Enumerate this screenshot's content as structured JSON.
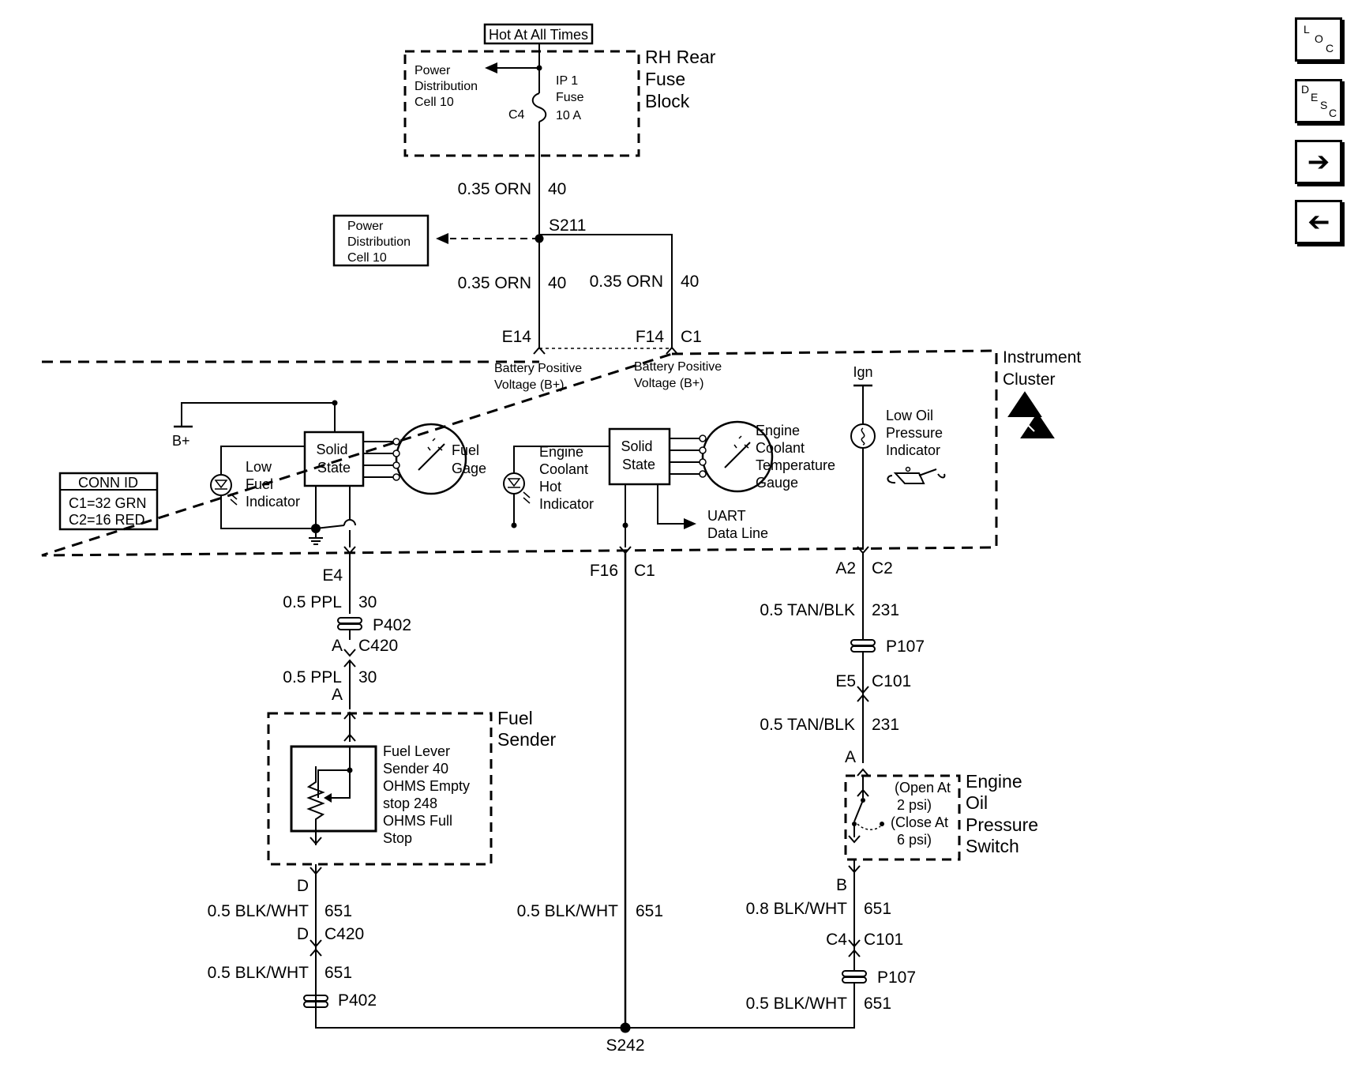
{
  "fuse_block": {
    "hot_label": "Hot At All Times",
    "name_lines": [
      "RH Rear",
      "Fuse",
      "Block"
    ],
    "pdc_lines": [
      "Power",
      "Distribution",
      "Cell 10"
    ],
    "fuse_lines": [
      "IP 1",
      "Fuse",
      "10 A"
    ],
    "fuse_connector": "C4"
  },
  "feed": {
    "wire1": "0.35 ORN",
    "circuit1": "40",
    "splice": "S211",
    "pdc_box_lines": [
      "Power",
      "Distribution",
      "Cell 10"
    ],
    "wire2": "0.35 ORN",
    "circuit2": "40",
    "wire3": "0.35 ORN",
    "circuit3": "40",
    "pin_e14": "E14",
    "pin_f14": "F14",
    "conn_c1": "C1"
  },
  "cluster": {
    "name_lines": [
      "Instrument",
      "Cluster"
    ],
    "bpv_lines": [
      "Battery Positive",
      "Voltage (B+)"
    ],
    "b_plus": "B+",
    "solid_state": [
      "Solid",
      "State"
    ],
    "fuel_gage": [
      "Fuel",
      "Gage"
    ],
    "low_fuel": [
      "Low",
      "Fuel",
      "Indicator"
    ],
    "conn_id": {
      "title": "CONN ID",
      "rows": [
        "C1=32 GRN",
        "C2=16 RED"
      ]
    },
    "coolant_hot": [
      "Engine",
      "Coolant",
      "Hot",
      "Indicator"
    ],
    "coolant_gauge": [
      "Engine",
      "Coolant",
      "Temperature",
      "Gauge"
    ],
    "uart": [
      "UART",
      "Data Line"
    ],
    "ign": "Ign",
    "low_oil": [
      "Low Oil",
      "Pressure",
      "Indicator"
    ]
  },
  "left_branch": {
    "pin_e4": "E4",
    "wire1": "0.5 PPL",
    "circuit1": "30",
    "p402": "P402",
    "pin_a": "A",
    "c420": "C420",
    "wire2": "0.5 PPL",
    "circuit2": "30",
    "sender_name": [
      "Fuel",
      "Sender"
    ],
    "sender_desc": [
      "Fuel Lever",
      "Sender 40",
      "OHMS Empty",
      "stop 248",
      "OHMS Full",
      "Stop"
    ],
    "pin_d": "D",
    "wire3": "0.5 BLK/WHT",
    "circuit3": "651",
    "wire4": "0.5 BLK/WHT",
    "circuit4": "651"
  },
  "mid_branch": {
    "pin_f16": "F16",
    "conn_c1": "C1",
    "wire": "0.5 BLK/WHT",
    "circuit": "651",
    "splice": "S242"
  },
  "right_branch": {
    "pin_a2": "A2",
    "conn_c2": "C2",
    "wire1": "0.5 TAN/BLK",
    "circuit1": "231",
    "p107": "P107",
    "pin_e5": "E5",
    "c101": "C101",
    "wire2": "0.5 TAN/BLK",
    "circuit2": "231",
    "pin_a": "A",
    "switch_name": [
      "Engine",
      "Oil",
      "Pressure",
      "Switch"
    ],
    "switch_desc": [
      "(Open At",
      "2 psi)",
      "(Close At",
      "6 psi)"
    ],
    "pin_b": "B",
    "wire3": "0.8 BLK/WHT",
    "circuit3": "651",
    "pin_c4": "C4",
    "wire4": "0.5 BLK/WHT",
    "circuit4": "651"
  },
  "nav": {
    "loc": [
      "L",
      "O",
      "C"
    ],
    "desc": [
      "D",
      "E",
      "S",
      "C"
    ],
    "next_icon": "arrow-right-icon",
    "prev_icon": "arrow-left-icon"
  }
}
